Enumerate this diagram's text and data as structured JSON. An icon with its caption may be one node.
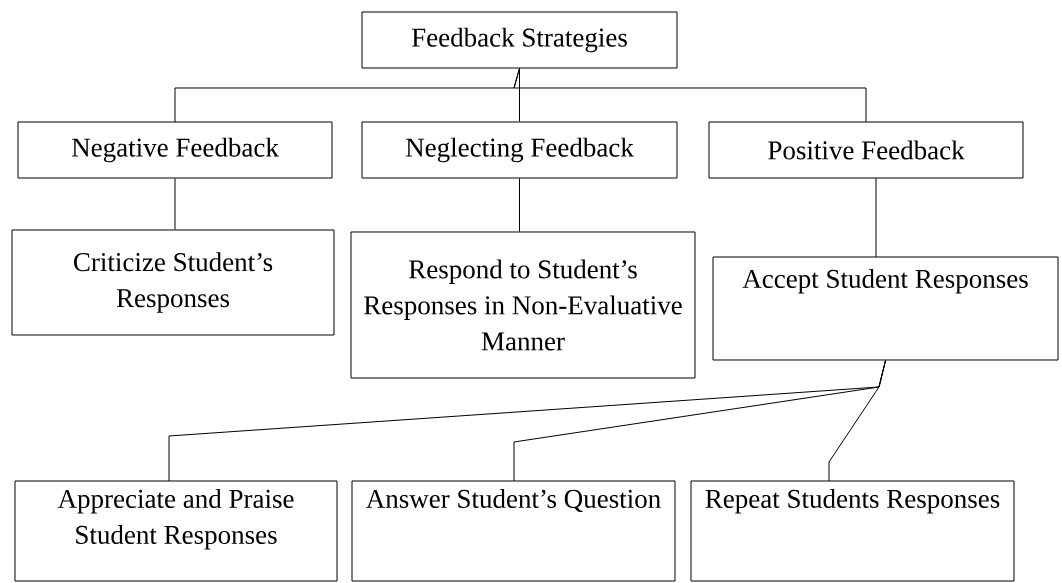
{
  "diagram": {
    "nodes": [
      {
        "text": [
          "Feedback Strategies"
        ]
      },
      {
        "text": [
          "Negative Feedback"
        ]
      },
      {
        "text": [
          "Neglecting Feedback"
        ]
      },
      {
        "text": [
          "Positive Feedback"
        ]
      },
      {
        "text": [
          "Criticize Student’s Responses"
        ]
      },
      {
        "text": [
          "Respond to Student’s Responses in Non-Evaluative Manner"
        ]
      },
      {
        "text": [
          "Accept Student Responses"
        ]
      },
      {
        "text": [
          "Appreciate and Praise Student Responses"
        ]
      },
      {
        "text": [
          "Answer Student’s Question"
        ]
      },
      {
        "text": [
          "Repeat Students Responses"
        ]
      }
    ],
    "edges": [
      {
        "from": 0,
        "to": 1,
        "arrow": "none"
      },
      {
        "from": 0,
        "to": 2,
        "arrow": "none"
      },
      {
        "from": 0,
        "to": 3,
        "arrow": "none"
      },
      {
        "from": 1,
        "to": 4,
        "arrow": "none"
      },
      {
        "from": 2,
        "to": 5,
        "arrow": "none"
      },
      {
        "from": 3,
        "to": 6,
        "arrow": "none"
      },
      {
        "from": 6,
        "to": 7,
        "arrow": "none"
      },
      {
        "from": 6,
        "to": 8,
        "arrow": "none"
      },
      {
        "from": 6,
        "to": 9,
        "arrow": "none"
      }
    ]
  }
}
